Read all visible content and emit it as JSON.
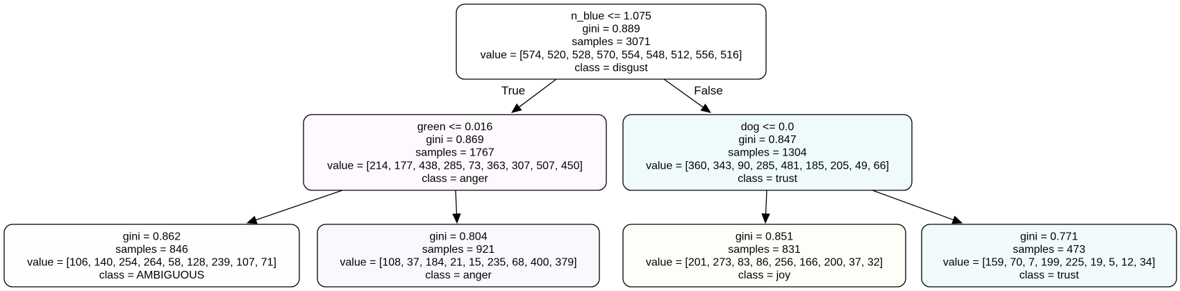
{
  "tree": {
    "nodes": [
      {
        "id": "root",
        "fill": "#ffffff",
        "lines": [
          "n_blue <= 1.075",
          "gini = 0.889",
          "samples = 3071",
          "value = [574, 520, 528, 570, 554, 548, 512, 556, 516]",
          "class = disgust"
        ]
      },
      {
        "id": "left",
        "fill": "#fdf9fe",
        "lines": [
          "green <= 0.016",
          "gini = 0.869",
          "samples = 1767",
          "value = [214, 177, 438, 285, 73, 363, 307, 507, 450]",
          "class = anger"
        ]
      },
      {
        "id": "right",
        "fill": "#effbfb",
        "lines": [
          "dog <= 0.0",
          "gini = 0.847",
          "samples = 1304",
          "value = [360, 343, 90, 285, 481, 185, 205, 49, 66]",
          "class = trust"
        ]
      },
      {
        "id": "left-left",
        "fill": "#fdfefd",
        "lines": [
          "gini = 0.862",
          "samples = 846",
          "value = [106, 140, 254, 264, 58, 128, 239, 107, 71]",
          "class = AMBIGUOUS"
        ]
      },
      {
        "id": "left-right",
        "fill": "#fbf8fd",
        "lines": [
          "gini = 0.804",
          "samples = 921",
          "value = [108, 37, 184, 21, 15, 235, 68, 400, 379]",
          "class = anger"
        ]
      },
      {
        "id": "right-left",
        "fill": "#fefef8",
        "lines": [
          "gini = 0.851",
          "samples = 831",
          "value = [201, 273, 83, 86, 256, 166, 200, 37, 32]",
          "class = joy"
        ]
      },
      {
        "id": "right-right",
        "fill": "#f2fbfb",
        "lines": [
          "gini = 0.771",
          "samples = 473",
          "value = [159, 70, 7, 199, 225, 19, 5, 12, 34]",
          "class = trust"
        ]
      }
    ],
    "edges": [
      {
        "from": "root",
        "to": "left",
        "label": "True"
      },
      {
        "from": "root",
        "to": "right",
        "label": "False"
      },
      {
        "from": "left",
        "to": "left-left",
        "label": ""
      },
      {
        "from": "left",
        "to": "left-right",
        "label": ""
      },
      {
        "from": "right",
        "to": "right-left",
        "label": ""
      },
      {
        "from": "right",
        "to": "right-right",
        "label": ""
      }
    ]
  }
}
